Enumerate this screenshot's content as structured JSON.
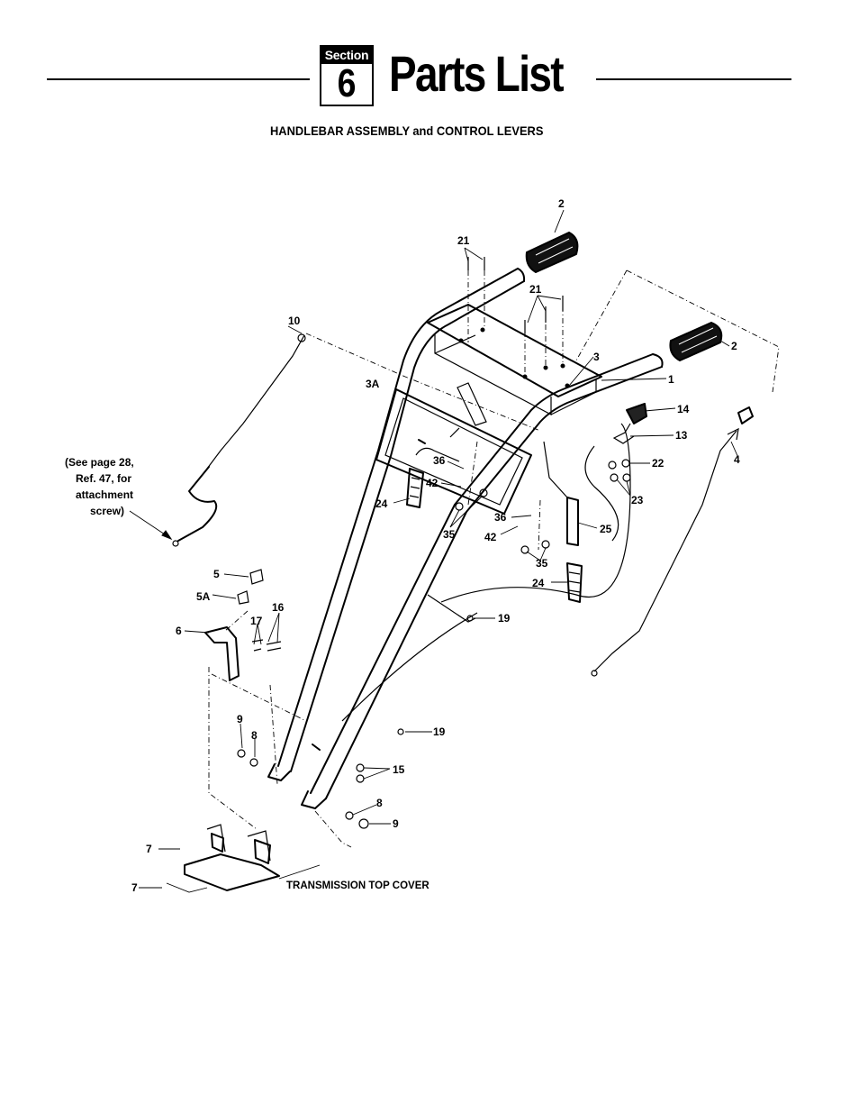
{
  "header": {
    "section_label": "Section",
    "section_number": "6",
    "title": "Parts List",
    "subtitle": "HANDLEBAR ASSEMBLY and CONTROL LEVERS"
  },
  "note": {
    "line1": "(See page 28,",
    "line2": "Ref. 47, for",
    "line3": "attachment",
    "line4": "screw)"
  },
  "transmission_label": "TRANSMISSION TOP COVER",
  "callouts": {
    "c1": "1",
    "c2a": "2",
    "c2b": "2",
    "c3": "3",
    "c3a": "3A",
    "c4": "4",
    "c5": "5",
    "c5a": "5A",
    "c6": "6",
    "c7a": "7",
    "c7b": "7",
    "c8a": "8",
    "c8b": "8",
    "c9a": "9",
    "c9b": "9",
    "c10": "10",
    "c13": "13",
    "c14": "14",
    "c15": "15",
    "c16": "16",
    "c17": "17",
    "c19a": "19",
    "c19b": "19",
    "c21a": "21",
    "c21b": "21",
    "c22": "22",
    "c23": "23",
    "c24a": "24",
    "c24b": "24",
    "c25": "25",
    "c35a": "35",
    "c35b": "35",
    "c36a": "36",
    "c36b": "36",
    "c42a": "42",
    "c42b": "42"
  }
}
